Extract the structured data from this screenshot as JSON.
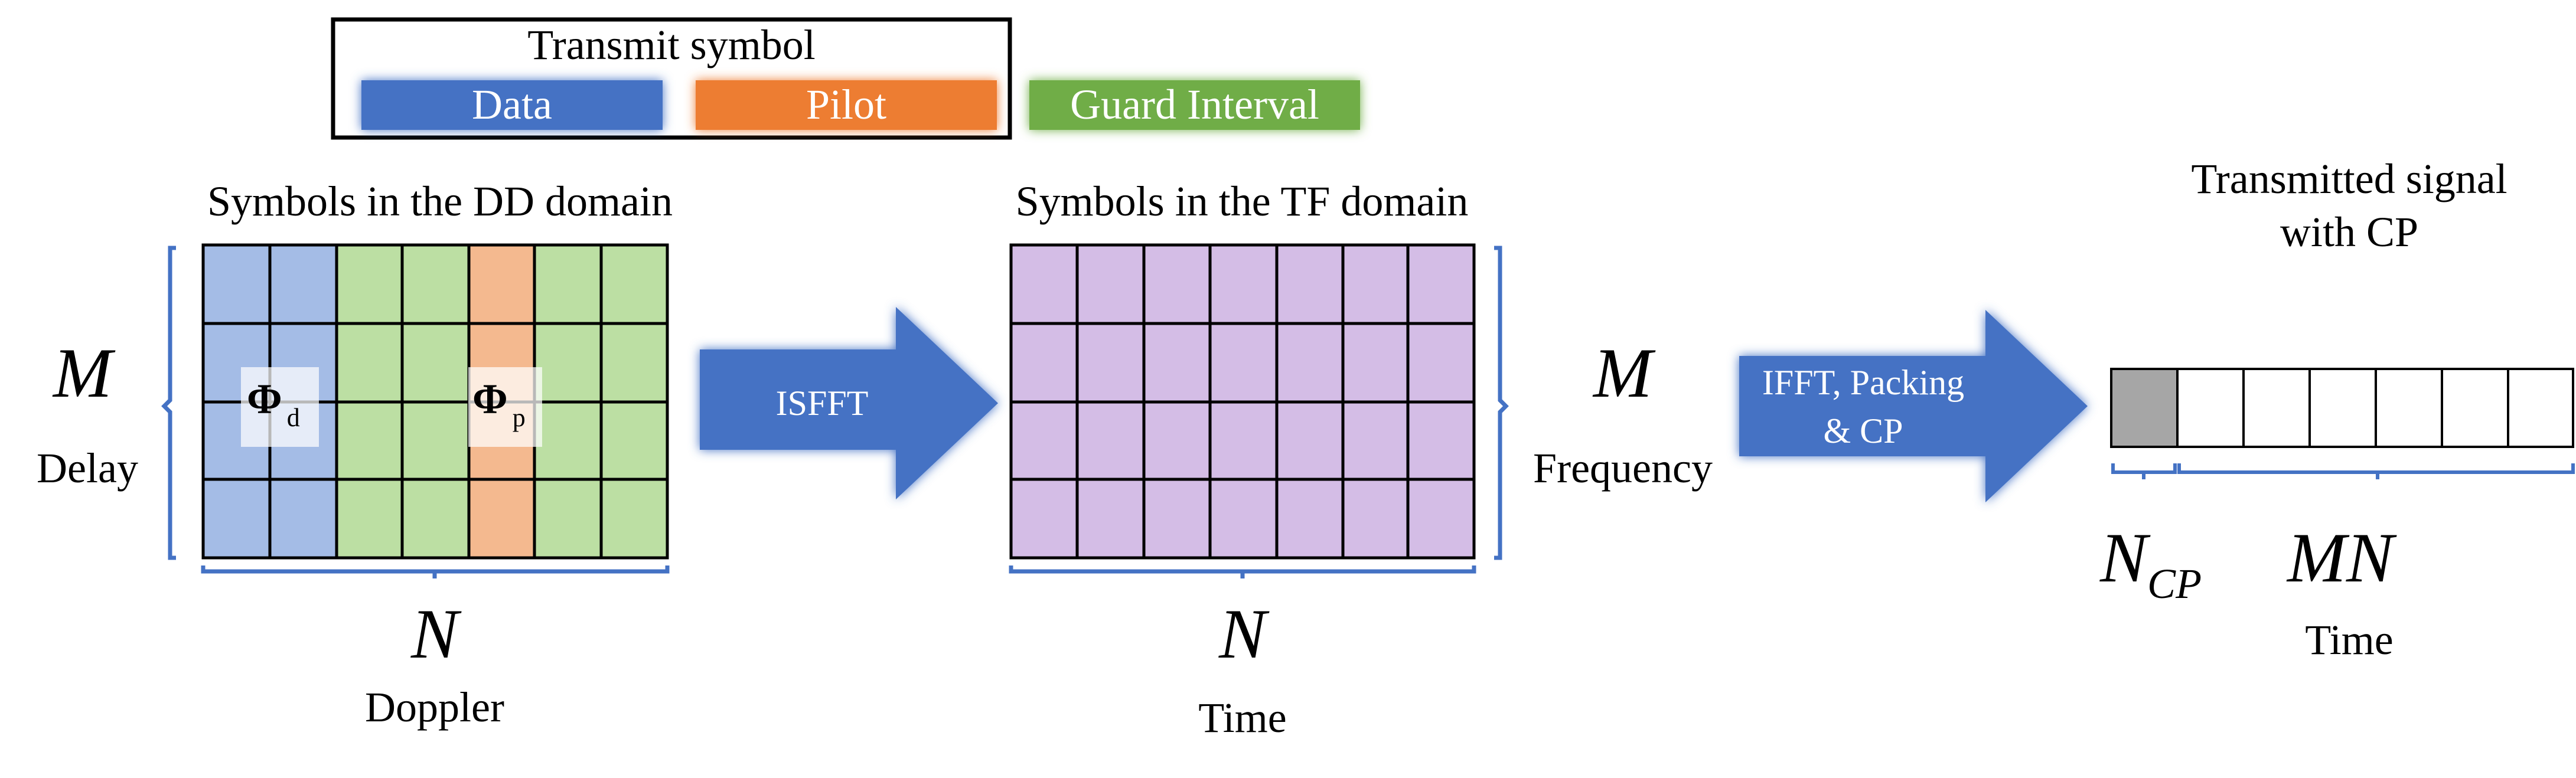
{
  "legend": {
    "title": "Transmit symbol",
    "data": "Data",
    "pilot": "Pilot",
    "guard": "Guard Interval"
  },
  "dd": {
    "title": "Symbols in the DD domain",
    "m": "M",
    "m_label": "Delay",
    "n": "N",
    "n_label": "Doppler",
    "phi_d": "Φ",
    "phi_d_sub": "d",
    "phi_p": "Φ",
    "phi_p_sub": "p"
  },
  "arrow1": {
    "label": "ISFFT"
  },
  "tf": {
    "title": "Symbols in the TF domain",
    "m": "M",
    "m_label": "Frequency",
    "n": "N",
    "n_label": "Time"
  },
  "arrow2": {
    "line1": "IFFT, Packing",
    "line2": "& CP"
  },
  "signal": {
    "title_line1": "Transmitted signal",
    "title_line2": "with CP",
    "ncp": "N",
    "ncp_sub": "CP",
    "mn": "MN",
    "time": "Time"
  },
  "colors": {
    "data": "#4472c4",
    "data_light": "#a4bce6",
    "pilot": "#ed7d31",
    "pilot_light": "#f4b98f",
    "guard": "#70ad47",
    "guard_light": "#bcdfa3",
    "tf_cell": "#d4bde6",
    "arrow": "#4472c4",
    "brace": "#4472c4",
    "cp": "#a6a6a6"
  }
}
